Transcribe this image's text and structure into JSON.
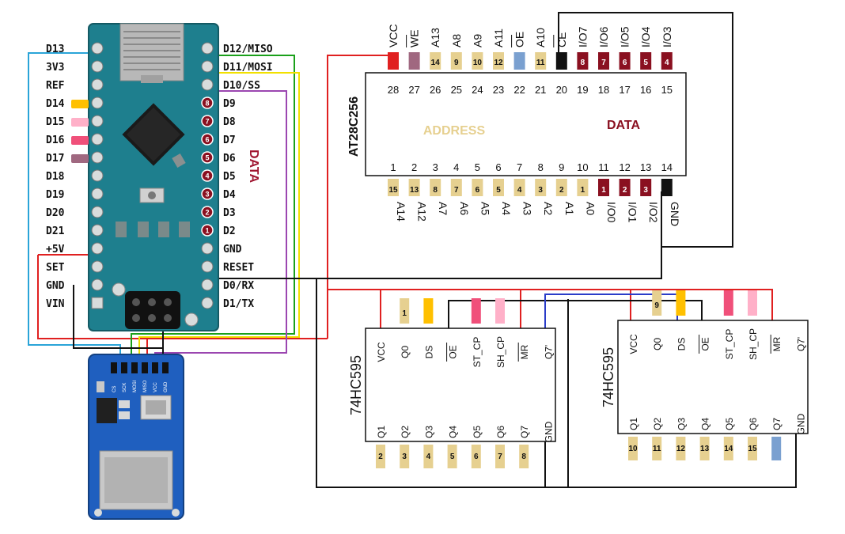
{
  "colors": {
    "wire_red": "#e02020",
    "wire_blue": "#2aa4d8",
    "wire_green": "#1aa01a",
    "wire_yellow": "#f2e000",
    "wire_purple": "#9b46b0",
    "wire_black": "#111111",
    "wire_navy": "#2a3cc8",
    "addr_pin": "#e6d090",
    "data_pin": "#8a1020",
    "arduino_board": "#1e7f8e",
    "sd_board": "#1f5fbf"
  },
  "arduino": {
    "left_labels": [
      "D13",
      "3V3",
      "REF",
      "D14",
      "D15",
      "D16",
      "D17",
      "D18",
      "D19",
      "D20",
      "D21",
      "+5V",
      "SET",
      "GND",
      "VIN"
    ],
    "right_labels": [
      "D12/MISO",
      "D11/MOSI",
      "D10/SS",
      "D9",
      "D8",
      "D7",
      "D6",
      "D5",
      "D4",
      "D3",
      "D2",
      "GND",
      "RESET",
      "D0/RX",
      "D1/TX"
    ],
    "data_badges": [
      "8",
      "7",
      "6",
      "5",
      "4",
      "3",
      "2",
      "1"
    ],
    "data_label": "DATA"
  },
  "sd_module": {
    "pin_labels": [
      "CS",
      "SCK",
      "MOSI",
      "MISO",
      "VCC",
      "GND"
    ]
  },
  "eeprom": {
    "name": "AT28C256",
    "address_label": "ADDRESS",
    "data_label": "DATA",
    "top_pin_labels": [
      "VCC",
      "WE",
      "A13",
      "A8",
      "A9",
      "A11",
      "OE",
      "A10",
      "CE",
      "I/O7",
      "I/O6",
      "I/O5",
      "I/O4",
      "I/O3"
    ],
    "top_pin_numbers": [
      "28",
      "27",
      "26",
      "25",
      "24",
      "23",
      "22",
      "21",
      "20",
      "19",
      "18",
      "17",
      "16",
      "15"
    ],
    "top_tags": [
      "",
      "",
      "14",
      "9",
      "10",
      "12",
      "",
      "11",
      "",
      "8",
      "7",
      "6",
      "5",
      "4"
    ],
    "bottom_pin_labels": [
      "A14",
      "A12",
      "A7",
      "A6",
      "A5",
      "A4",
      "A3",
      "A2",
      "A1",
      "A0",
      "I/O0",
      "I/O1",
      "I/O2",
      "GND"
    ],
    "bottom_pin_numbers": [
      "1",
      "2",
      "3",
      "4",
      "5",
      "6",
      "7",
      "8",
      "9",
      "10",
      "11",
      "12",
      "13",
      "14"
    ],
    "bottom_tags": [
      "15",
      "13",
      "8",
      "7",
      "6",
      "5",
      "4",
      "3",
      "2",
      "1",
      "1",
      "2",
      "3",
      ""
    ]
  },
  "shift_register_1": {
    "name": "74HC595",
    "top_labels": [
      "VCC",
      "Q0",
      "DS",
      "OE",
      "ST_CP",
      "SH_CP",
      "MR",
      "Q7'"
    ],
    "top_tags": [
      "",
      "1",
      "",
      "",
      "",
      "",
      "",
      ""
    ],
    "bottom_labels": [
      "Q1",
      "Q2",
      "Q3",
      "Q4",
      "Q5",
      "Q6",
      "Q7",
      "GND"
    ],
    "bottom_tags": [
      "2",
      "3",
      "4",
      "5",
      "6",
      "7",
      "8",
      ""
    ]
  },
  "shift_register_2": {
    "name": "74HC595",
    "top_labels": [
      "VCC",
      "Q0",
      "DS",
      "OE",
      "ST_CP",
      "SH_CP",
      "MR",
      "Q7'"
    ],
    "top_tags": [
      "",
      "9",
      "",
      "",
      "",
      "",
      "",
      ""
    ],
    "bottom_labels": [
      "Q1",
      "Q2",
      "Q3",
      "Q4",
      "Q5",
      "Q6",
      "Q7",
      "GND"
    ],
    "bottom_tags": [
      "10",
      "11",
      "12",
      "13",
      "14",
      "15",
      "",
      ""
    ]
  }
}
